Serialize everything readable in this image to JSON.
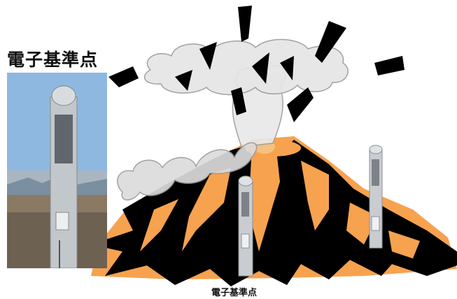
{
  "photo_label": "電子基準点",
  "illustration_label": "電子基準点",
  "colors": {
    "lava": "#f7a24f",
    "rock": "#000000",
    "smoke": "#e6e6e6",
    "smoke_edge": "#9a9a9a",
    "sky": "#8fb8e0",
    "pillar": "#c9cdd2"
  },
  "icons": [
    "volcano-illustration",
    "eruption-rock-icon",
    "smoke-cloud-icon",
    "gnss-station-icon"
  ]
}
